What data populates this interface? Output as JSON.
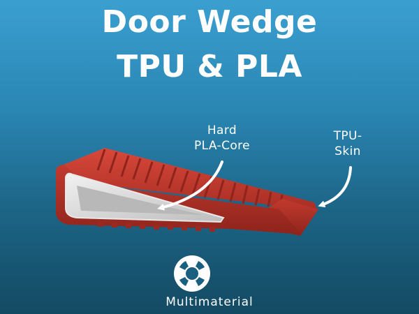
{
  "title": {
    "line1": "Door Wedge",
    "line2": "TPU & PLA"
  },
  "callouts": {
    "hard_line1": "Hard",
    "hard_line2": "PLA-Core",
    "tpu_line1": "TPU-",
    "tpu_line2": "Skin"
  },
  "brand": {
    "label": "Multimaterial",
    "icon": "lifebuoy-icon"
  },
  "colors": {
    "tpu_skin": "#c83a2e",
    "pla_core": "#dcdcdc"
  }
}
